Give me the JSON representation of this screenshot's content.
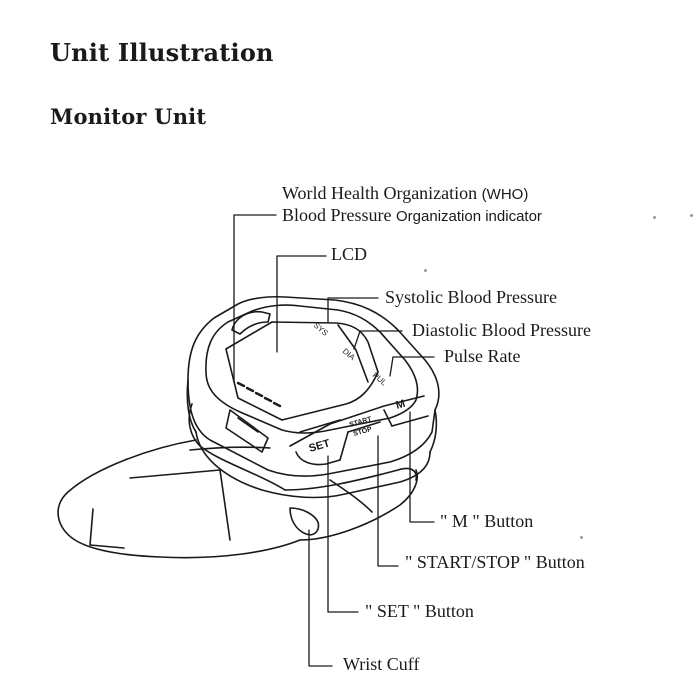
{
  "headings": {
    "title": "Unit Illustration",
    "subtitle": "Monitor Unit"
  },
  "callouts": {
    "who_line1_main": "World Health Organization",
    "who_line1_suffix": "(WHO)",
    "who_line2_main": "Blood Pressure",
    "who_line2_suffix": "Organization indicator",
    "lcd": "LCD",
    "systolic": "Systolic Blood Pressure",
    "diastolic": "Diastolic Blood Pressure",
    "pulse": "Pulse Rate",
    "m_button": "\" M \" Button",
    "start_stop_button": "\" START/STOP \" Button",
    "set_button": "\" SET \" Button",
    "wrist_cuff": "Wrist Cuff"
  },
  "device": {
    "display_labels": {
      "sys": "SYS",
      "dia": "DIA",
      "pul": "PUL"
    },
    "buttons": {
      "set": "SET",
      "start": "START",
      "stop": "STOP",
      "m": "M"
    }
  }
}
